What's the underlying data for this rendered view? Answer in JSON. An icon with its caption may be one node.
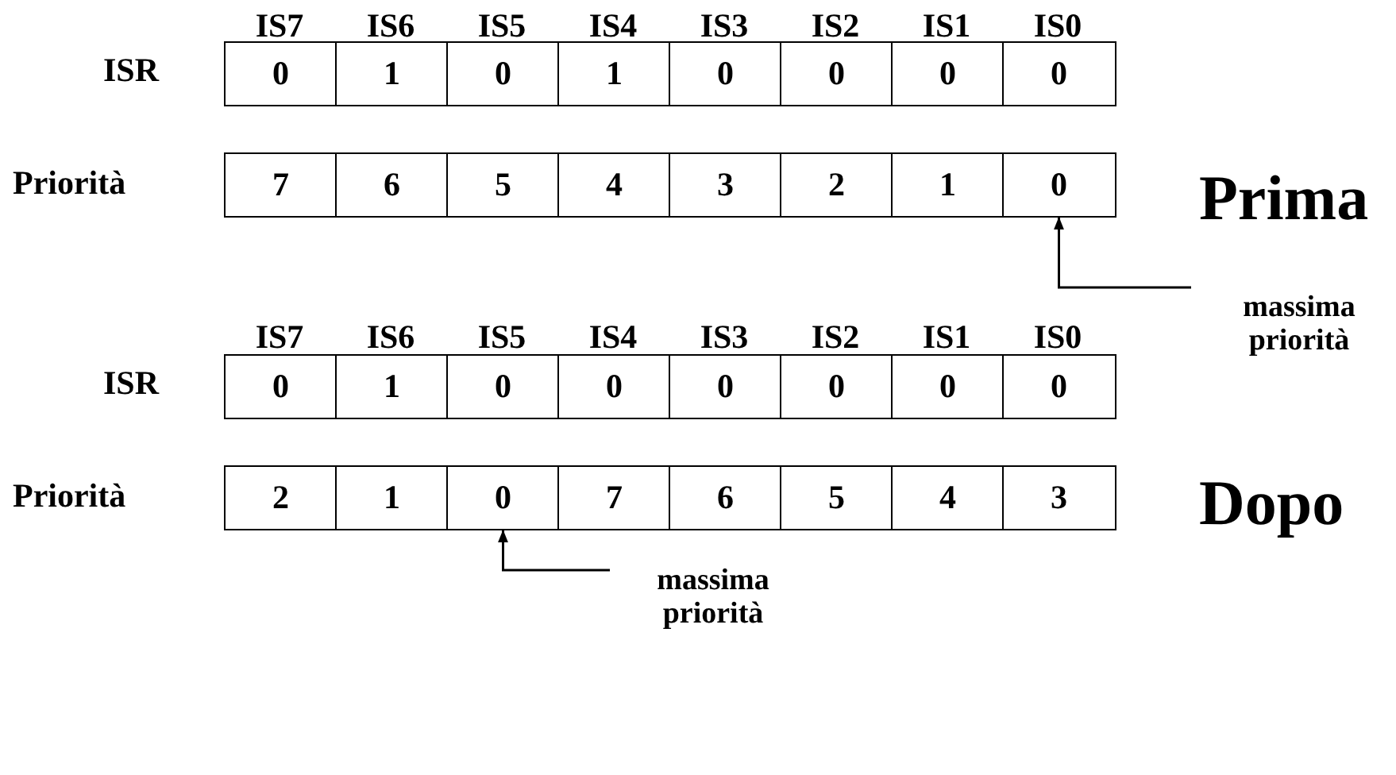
{
  "diagram": {
    "nodes": [
      {
        "text": [
          "0"
        ]
      },
      {
        "text": [
          "1"
        ]
      },
      {
        "text": [
          "0"
        ]
      },
      {
        "text": [
          "1"
        ]
      },
      {
        "text": [
          "0"
        ]
      },
      {
        "text": [
          "0"
        ]
      },
      {
        "text": [
          "0"
        ]
      },
      {
        "text": [
          "0"
        ]
      },
      {
        "text": [
          "7"
        ]
      },
      {
        "text": [
          "6"
        ]
      },
      {
        "text": [
          "5"
        ]
      },
      {
        "text": [
          "4"
        ]
      },
      {
        "text": [
          "3"
        ]
      },
      {
        "text": [
          "2"
        ]
      },
      {
        "text": [
          "1"
        ]
      },
      {
        "text": [
          "0"
        ]
      },
      {
        "text": [
          "massima priorità"
        ]
      },
      {
        "text": [
          "0"
        ]
      },
      {
        "text": [
          "1"
        ]
      },
      {
        "text": [
          "0"
        ]
      },
      {
        "text": [
          "0"
        ]
      },
      {
        "text": [
          "0"
        ]
      },
      {
        "text": [
          "0"
        ]
      },
      {
        "text": [
          "0"
        ]
      },
      {
        "text": [
          "0"
        ]
      },
      {
        "text": [
          "2"
        ]
      },
      {
        "text": [
          "1"
        ]
      },
      {
        "text": [
          "0"
        ]
      },
      {
        "text": [
          "7"
        ]
      },
      {
        "text": [
          "6"
        ]
      },
      {
        "text": [
          "5"
        ]
      },
      {
        "text": [
          "4"
        ]
      },
      {
        "text": [
          "3"
        ]
      },
      {
        "text": [
          "massima priorità"
        ]
      }
    ],
    "edges": [
      {
        "from": 16,
        "to": 15,
        "arrow": "to"
      },
      {
        "from": 33,
        "to": 27,
        "arrow": "to"
      }
    ],
    "labels": [
      "IS7",
      "IS6",
      "IS5",
      "IS4",
      "IS3",
      "IS2",
      "IS1",
      "IS0",
      "ISR",
      "Prima",
      "Priorità",
      "IS7",
      "IS6",
      "IS5",
      "IS4",
      "IS3",
      "IS2",
      "IS1",
      "IS0",
      "ISR",
      "Dopo",
      "Priorità"
    ]
  }
}
